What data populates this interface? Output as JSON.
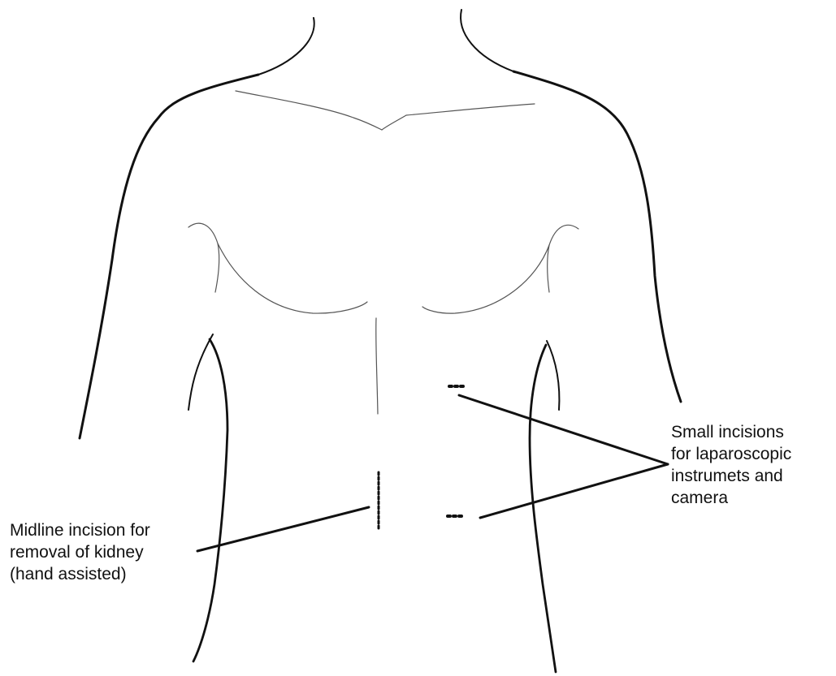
{
  "figure": {
    "annotations": {
      "laparoscopic": {
        "lines": [
          "Small incisions",
          "for laparoscopic",
          "instrumets and",
          "camera"
        ]
      },
      "midline": {
        "lines": [
          "Midline incision for",
          "removal of kidney",
          "(hand assisted)"
        ]
      }
    },
    "colors": {
      "outline": "#111111",
      "thin_contour": "#555555",
      "background": "#ffffff"
    }
  }
}
